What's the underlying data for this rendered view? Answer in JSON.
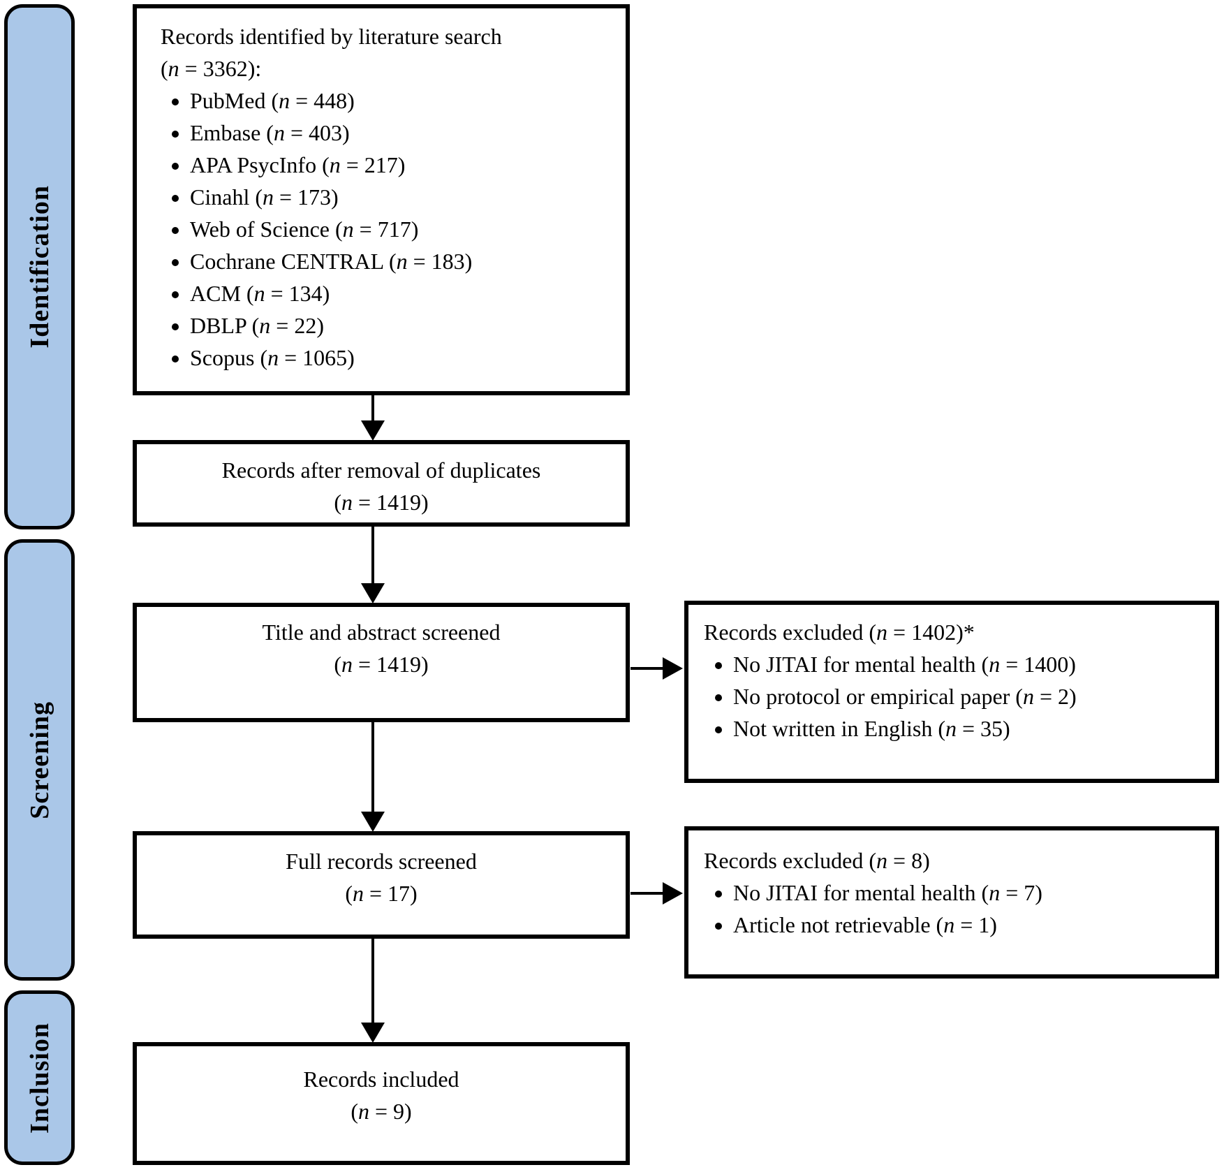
{
  "palette": {
    "stage_fill": "#aac7e8",
    "line_color": "#000000",
    "background": "#ffffff"
  },
  "stages": [
    {
      "label": "Identification"
    },
    {
      "label": "Screening"
    },
    {
      "label": "Inclusion"
    }
  ],
  "flow": {
    "identified": {
      "line1": "Records identified by literature search",
      "line2": "(n = 3362):",
      "sources": [
        "PubMed (n = 448)",
        "Embase (n = 403)",
        "APA PsycInfo (n = 217)",
        "Cinahl (n = 173)",
        "Web of Science (n = 717)",
        "Cochrane CENTRAL (n = 183)",
        "ACM (n = 134)",
        "DBLP (n = 22)",
        "Scopus (n = 1065)"
      ]
    },
    "deduplicated": {
      "line1": "Records after removal of duplicates",
      "line2": "(n = 1419)"
    },
    "title_abstract": {
      "line1": "Title and abstract screened",
      "line2": "(n = 1419)"
    },
    "full_records": {
      "line1": "Full records screened",
      "line2": "(n = 17)"
    },
    "included": {
      "line1": "Records included",
      "line2": "(n = 9)"
    }
  },
  "exclusions": {
    "title_abstract": {
      "header": "Records excluded (n = 1402)*",
      "reasons": [
        "No JITAI for mental health (n = 1400)",
        "No protocol or empirical paper (n = 2)",
        "Not written in English (n = 35)"
      ]
    },
    "full_records": {
      "header": "Records excluded (n = 8)",
      "reasons": [
        "No JITAI for mental health (n = 7)",
        "Article not retrievable (n = 1)"
      ]
    }
  }
}
